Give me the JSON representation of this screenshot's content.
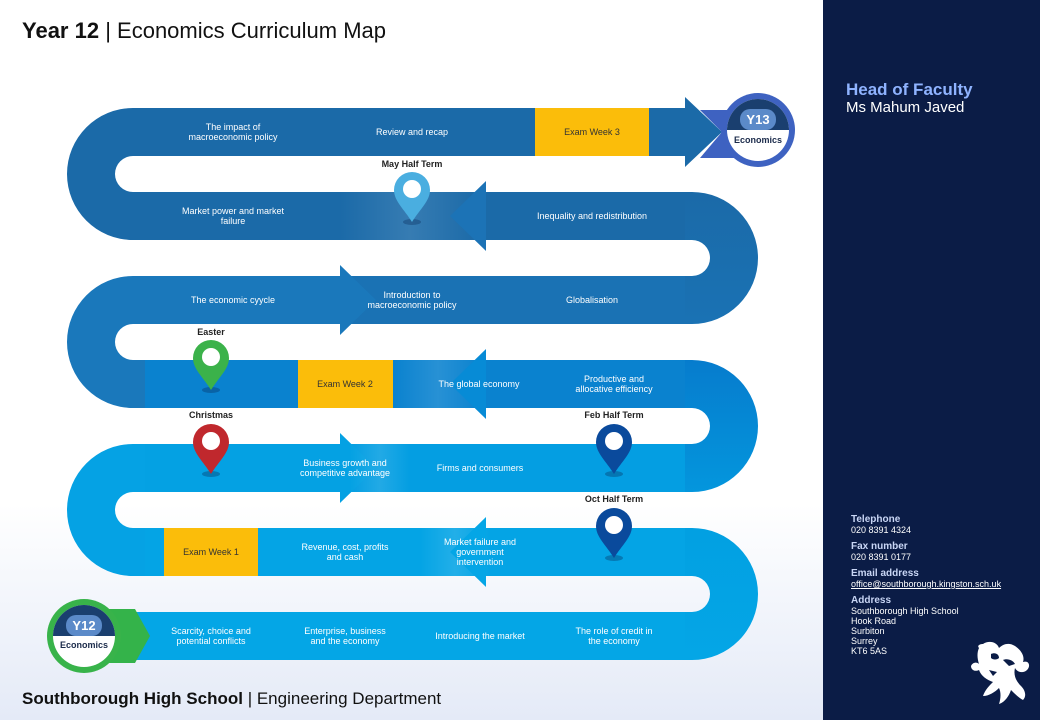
{
  "header": {
    "year_label": "Year 12",
    "title_sep": " | ",
    "title_rest": "Economics Curriculum Map"
  },
  "footer": {
    "school": "Southborough High School",
    "sep": " | ",
    "department": "Engineering Department"
  },
  "sidebar": {
    "hof_title": "Head of Faculty",
    "hof_name": "Ms Mahum Javed",
    "contacts": [
      {
        "label": "Telephone",
        "value": "020 8391 4324"
      },
      {
        "label": "Fax number",
        "value": "020 8391 0177"
      },
      {
        "label": "Email address",
        "value": "office@southborough.kingston.sch.uk"
      }
    ],
    "address_label": "Address",
    "address_lines": [
      "Southborough High School",
      "Hook Road",
      "Surbiton",
      "Surrey",
      "KT6 5AS"
    ]
  },
  "badges": {
    "start": {
      "year": "Y12",
      "subject": "Economics"
    },
    "end": {
      "year": "Y13",
      "subject": "Economics"
    }
  },
  "topics": {
    "row1": [
      "The impact of macroeconomic policy",
      "Review and recap",
      "Exam Week 3"
    ],
    "row2": [
      "Market power and market failure",
      "Inequality and redistribution"
    ],
    "row3": [
      "The economic cyycle",
      "Introduction to macroeconomic policy",
      "Globalisation"
    ],
    "row4": [
      "Exam Week 2",
      "The global economy",
      "Productive and allocative efficiency"
    ],
    "row5": [
      "Business growth and competitive advantage",
      "Firms and consumers"
    ],
    "row6": [
      "Exam Week 1",
      "Revenue, cost, profits and cash",
      "Market failure and government intervention"
    ],
    "row7": [
      "Scarcity, choice and potential conflicts",
      "Enterprise, business and the economy",
      "Introducing the market",
      "The role of credit in the economy"
    ]
  },
  "pins": [
    {
      "label": "May Half Term",
      "color": "#4aaee0"
    },
    {
      "label": "Easter",
      "color": "#3bb24a"
    },
    {
      "label": "Christmas",
      "color": "#c0282d"
    },
    {
      "label": "Feb Half Term",
      "color": "#0a4a9c"
    },
    {
      "label": "Oct Half Term",
      "color": "#0a4a9c"
    }
  ],
  "colors": {
    "exam": "#fbbd0a",
    "dark_band": "#1b6aa8",
    "light_band": "#04a3e3",
    "navy": "#0b1c46"
  }
}
